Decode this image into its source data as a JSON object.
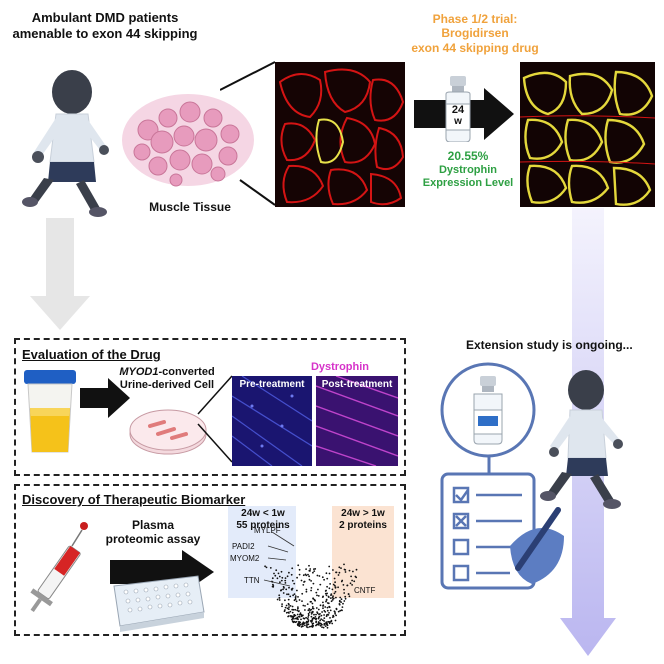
{
  "top": {
    "patients_label_1": "Ambulant DMD patients",
    "patients_label_2": "amenable to exon 44 skipping",
    "muscle_label": "Muscle Tissue",
    "trial_line1": "Phase 1/2 trial:",
    "trial_line2": "Brogidirsen",
    "trial_line3": "exon 44 skipping drug",
    "vial_number": "24",
    "vial_unit": "w",
    "expression_value": "20.55%",
    "expression_label_1": "Dystrophin",
    "expression_label_2": "Expression Level"
  },
  "evaluation": {
    "title": "Evaluation of the Drug",
    "cell_gene": "MYOD1",
    "cell_suffix": "-converted",
    "cell_line2": "Urine-derived Cell",
    "stain_label": "Dystrophin",
    "pre_label": "Pre-treatment",
    "post_label": "Post-treatment"
  },
  "discovery": {
    "title": "Discovery of Therapeutic Biomarker",
    "assay_line1": "Plasma",
    "assay_line2": "proteomic assay",
    "left_box_1": "24w < 1w",
    "left_box_2": "55 proteins",
    "right_box_1": "24w > 1w",
    "right_box_2": "2 proteins",
    "genes": [
      "MYLPF",
      "PADI2",
      "MYOM2",
      "TTN",
      "CNTF"
    ]
  },
  "extension": {
    "label": "Extension study is ongoing..."
  },
  "colors": {
    "orange": "#f0a23c",
    "green": "#2ea043",
    "magenta": "#d633c9",
    "lavender": "#c9c6f3",
    "grey_arrow": "#e6e6e6",
    "blue_panel": "#e3ebfa",
    "peach_panel": "#fbe3d2"
  }
}
